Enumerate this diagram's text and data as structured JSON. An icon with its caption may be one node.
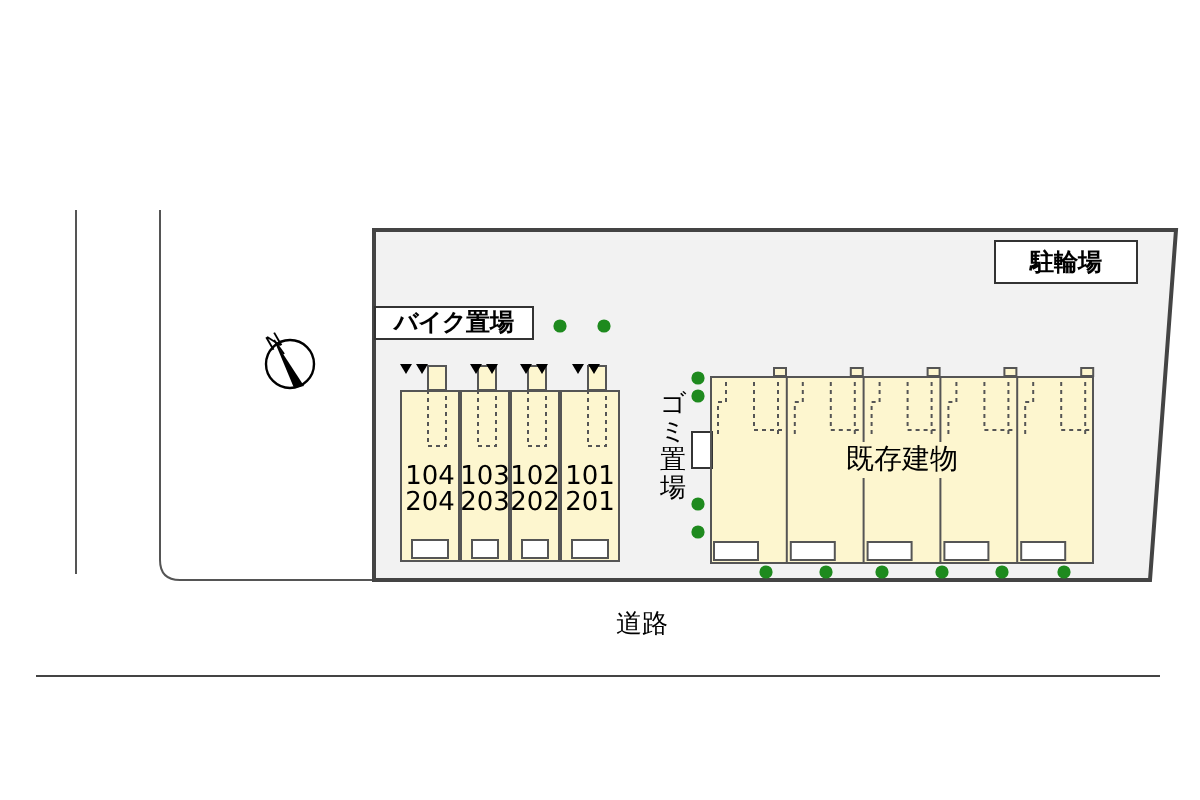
{
  "diagram": {
    "nodes": [
      {
        "text": [
          "駐輪場"
        ]
      },
      {
        "text": [
          "バイク置場"
        ]
      },
      {
        "text": [
          "104 204"
        ]
      },
      {
        "text": [
          "103 203"
        ]
      },
      {
        "text": [
          "102 202"
        ]
      },
      {
        "text": [
          "101 201"
        ]
      },
      {
        "text": [
          "既存建物"
        ]
      }
    ],
    "labels": [
      "N",
      "ゴミ置場",
      "道路"
    ]
  }
}
